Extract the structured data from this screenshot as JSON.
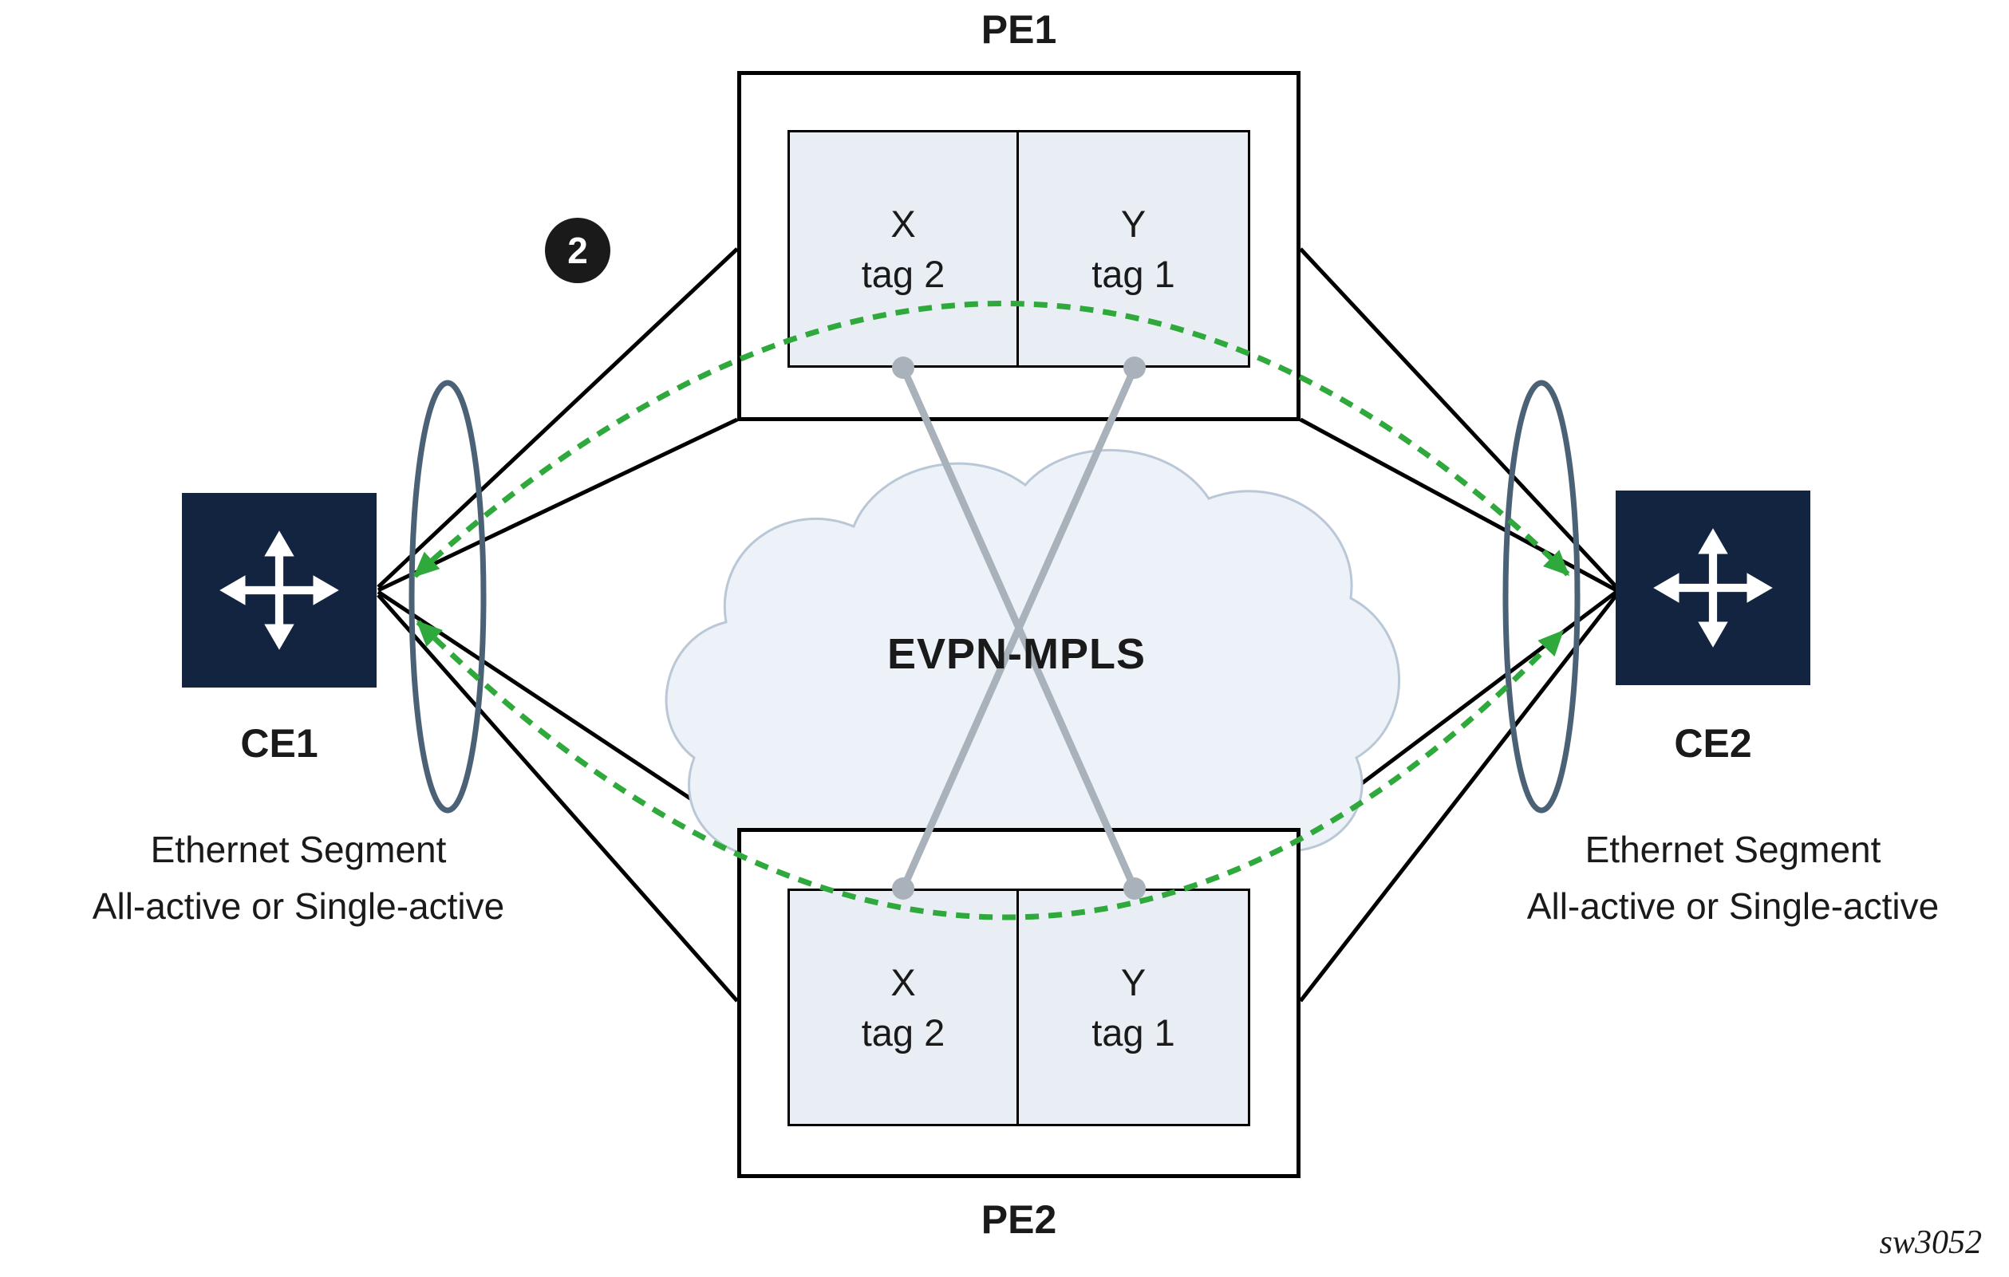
{
  "nodes": {
    "pe1": {
      "label": "PE1",
      "services": [
        {
          "name": "X",
          "tag": "tag 2"
        },
        {
          "name": "Y",
          "tag": "tag 1"
        }
      ]
    },
    "pe2": {
      "label": "PE2",
      "services": [
        {
          "name": "X",
          "tag": "tag 2"
        },
        {
          "name": "Y",
          "tag": "tag 1"
        }
      ]
    },
    "ce1": {
      "label": "CE1"
    },
    "ce2": {
      "label": "CE2"
    },
    "cloud": {
      "label": "EVPN-MPLS"
    }
  },
  "annotations": {
    "step_badge": "2",
    "left_segment": {
      "line1": "Ethernet Segment",
      "line2": "All-active or Single-active"
    },
    "right_segment": {
      "line1": "Ethernet Segment",
      "line2": "All-active or Single-active"
    },
    "figure_id": "sw3052"
  },
  "colors": {
    "path_green": "#2fa83c",
    "segment_ellipse": "#4b6175",
    "evpn_wire_gray": "#a9b2ba",
    "ce_navy": "#122440",
    "service_fill": "#e9eef4",
    "cloud_fill": "#edf2f8",
    "cloud_stroke": "#b9c7d7",
    "link_black": "#000000"
  }
}
